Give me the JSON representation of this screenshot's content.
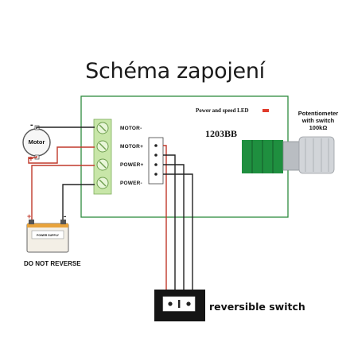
{
  "title": "Schéma zapojení",
  "board": {
    "led_label": "Power and speed LED",
    "model": "1203BB",
    "terminals": [
      "MOTOR-",
      "MOTOR+",
      "POWER+",
      "POWER-"
    ]
  },
  "motor": {
    "label": "Motor",
    "minus": "-",
    "plus": "+"
  },
  "power_supply": {
    "label": "POWER SUPPLY",
    "minus": "-",
    "plus": "+",
    "warning": "DO NOT REVERSE"
  },
  "potentiometer": {
    "line1": "Potentiometer",
    "line2": "with switch",
    "line3": "100kΩ"
  },
  "switch": {
    "label": "reversible switch"
  },
  "colors": {
    "red_wire": "#c0392b",
    "black_wire": "#222222",
    "board_border": "#2e8b3e",
    "terminal_green": "#c8e6a8",
    "pot_green": "#1f8f3f",
    "led": "#e03b2b"
  }
}
